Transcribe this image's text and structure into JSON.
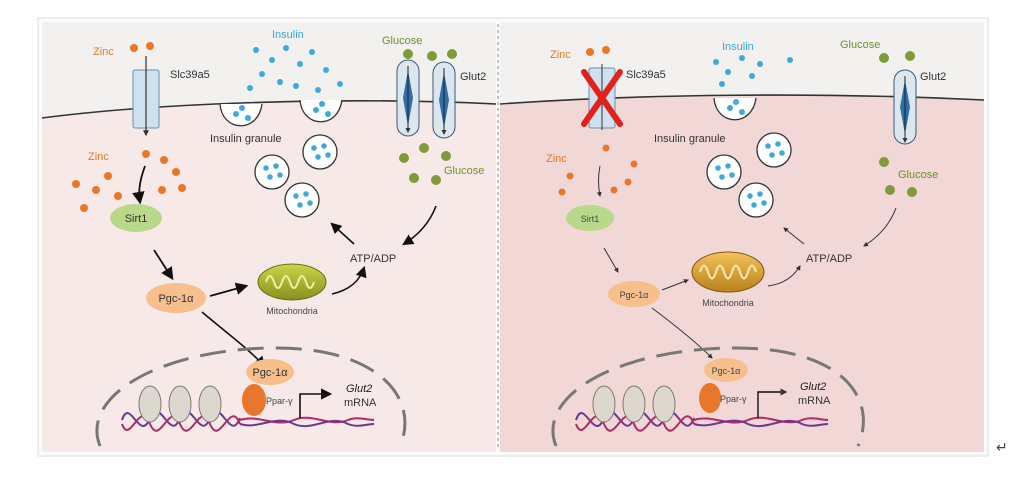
{
  "panels": {
    "left": {
      "zinc_top": "Zinc",
      "transporter": "Slc39a5",
      "insulin": "Insulin",
      "glucose_top": "Glucose",
      "glut2": "Glut2",
      "insulin_granule": "Insulin granule",
      "zinc_inside": "Zinc",
      "glucose_inside": "Glucose",
      "sirt1": "Sirt1",
      "atp_adp": "ATP/ADP",
      "pgc": "Pgc-1α",
      "mitochondria": "Mitochondria",
      "pgc_nucleus": "Pgc-1α",
      "ppar": "Ppar-γ",
      "glut2_gene": "Glut2",
      "mrna": "mRNA"
    },
    "right": {
      "zinc_top": "Zinc",
      "transporter": "Slc39a5",
      "insulin": "Insulin",
      "glucose_top": "Glucose",
      "glut2": "Glut2",
      "insulin_granule": "Insulin granule",
      "zinc_inside": "Zinc",
      "glucose_inside": "Glucose",
      "sirt1": "Sirt1",
      "atp_adp": "ATP/ADP",
      "pgc": "Pgc-1α",
      "mitochondria": "Mitochondria",
      "pgc_nucleus": "Pgc-1α",
      "ppar": "Ppar-γ",
      "glut2_gene": "Glut2",
      "mrna": "mRNA"
    }
  },
  "icons": {
    "knockout": "red-x-icon",
    "return": "return-arrow-icon"
  },
  "return_glyph": "↵",
  "colors": {
    "left_bg": "#f7e9e7",
    "right_bg": "#f1d8d6",
    "extracellular": "#f2f1ef",
    "zinc": "#e8772c",
    "insulin": "#3fa9dd",
    "glucose": "#7f9a38",
    "sirt1": "#b9d98a",
    "pgc": "#f6bf8c",
    "knockout": "#e0221a"
  }
}
